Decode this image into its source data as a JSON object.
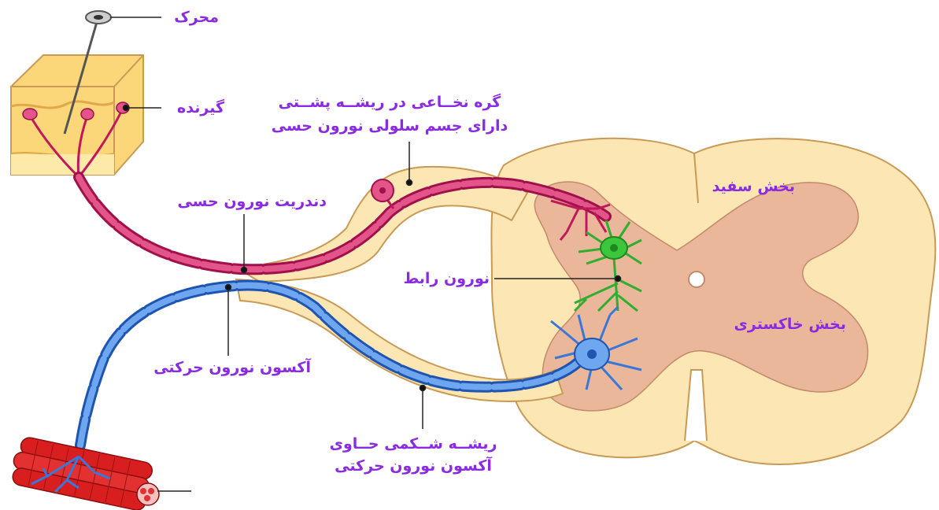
{
  "labels": {
    "stimulus": "محرک",
    "receptor": "گیرنده",
    "ganglion_line1": "گره نخــاعی در ریشــه پشــتی",
    "ganglion_line2": "دارای جسم سلولی نورون حسی",
    "white_matter": "بخش سفید",
    "sensory_dendrite": "دندریت نورون حسی",
    "interneuron": "نورون رابط",
    "gray_matter": "بخش خاکستری",
    "motor_axon": "آکسون نورون حرکتی",
    "ventral_root_line1": "ریشــه شــکمی حــاوی",
    "ventral_root_line2": "آکسون نورون حرکتی"
  },
  "colors": {
    "label_text": "#8a2be2",
    "leader_line": "#222222",
    "cord_white_matter": "#fbe6b4",
    "cord_gray_matter": "#eab79a",
    "sensory_neuron": "#c2185b",
    "sensory_neuron_light": "#e2548a",
    "motor_neuron": "#3a78d8",
    "motor_neuron_light": "#6ea6ef",
    "interneuron": "#2fae2f",
    "muscle": "#d81e1e",
    "skin": "#fbd77a"
  },
  "icons": {
    "stimulus_pin": "pin-icon",
    "muscle": "muscle-bundle-icon"
  }
}
